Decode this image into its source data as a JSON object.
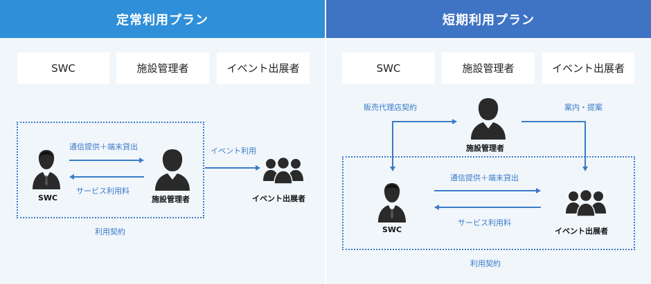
{
  "left": {
    "header": "定常利用プラン",
    "boxes": [
      "SWC",
      "施設管理者",
      "イベント出展者"
    ],
    "labels": {
      "service_offer": "通信提供＋端末貸出",
      "service_fee": "サービス利用料",
      "event_use": "イベント利用",
      "contract": "利用契約"
    },
    "names": {
      "swc": "SWC",
      "facility": "施設管理者",
      "exhibitor": "イベント出展者"
    }
  },
  "right": {
    "header": "短期利用プラン",
    "boxes": [
      "SWC",
      "施設管理者",
      "イベント出展者"
    ],
    "labels": {
      "agency_contract": "販売代理店契約",
      "guidance": "案内・提案",
      "service_offer": "通信提供＋端末貸出",
      "service_fee": "サービス利用料",
      "contract": "利用契約"
    },
    "names": {
      "facility": "施設管理者",
      "swc": "SWC",
      "exhibitor": "イベント出展者"
    }
  },
  "colors": {
    "left_header": "#2f8fd8",
    "right_header": "#3f73c4",
    "accent": "#3a7bc8",
    "icon": "#2a2a2a"
  }
}
